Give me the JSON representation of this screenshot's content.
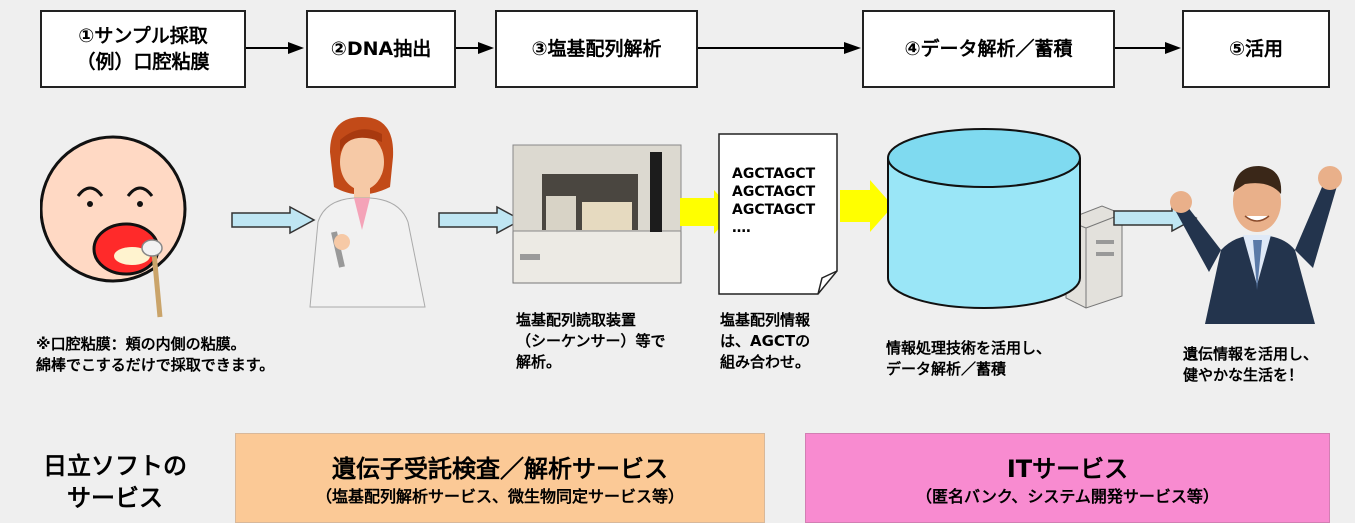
{
  "steps": [
    {
      "line1": "①サンプル採取",
      "line2": "（例）口腔粘膜"
    },
    {
      "line1": "②DNA抽出"
    },
    {
      "line1": "③塩基配列解析"
    },
    {
      "line1": "④データ解析／蓄積"
    },
    {
      "line1": "⑤活用"
    }
  ],
  "captions": {
    "sample": [
      "※口腔粘膜：頬の内側の粘膜。",
      "綿棒でこするだけで採取できます。"
    ],
    "sequencer": [
      "塩基配列読取装置",
      "（シーケンサー）等で",
      "解析。"
    ],
    "info": [
      "塩基配列情報",
      "は、AGCTの",
      "組み合わせ。"
    ],
    "processing": [
      "情報処理技術を活用し、",
      "データ解析／蓄積"
    ],
    "use": [
      "遺伝情報を活用し、",
      "健やかな生活を！"
    ]
  },
  "document": {
    "lines": [
      "AGCTAGCT",
      "AGCTAGCT",
      "AGCTAGCT",
      "‥‥"
    ]
  },
  "services": {
    "label": [
      "日立ソフトの",
      "サービス"
    ],
    "genetic": {
      "title": "遺伝子受託検査／解析サービス",
      "sub": "（塩基配列解析サービス、微生物同定サービス等）"
    },
    "it": {
      "title": "ITサービス",
      "sub": "（匿名バンク、システム開発サービス等）"
    }
  },
  "colors": {
    "genetic_bg": "#fbc996",
    "it_bg": "#f88bd0",
    "flow_arrow": "#bfe6f3",
    "data_arrow": "#ffff00",
    "database": "#9ae6f7"
  },
  "icons": [
    "face-swab-icon",
    "scientist-icon",
    "sequencer-icon",
    "document-icon",
    "database-icon",
    "server-icon",
    "businessman-icon"
  ]
}
